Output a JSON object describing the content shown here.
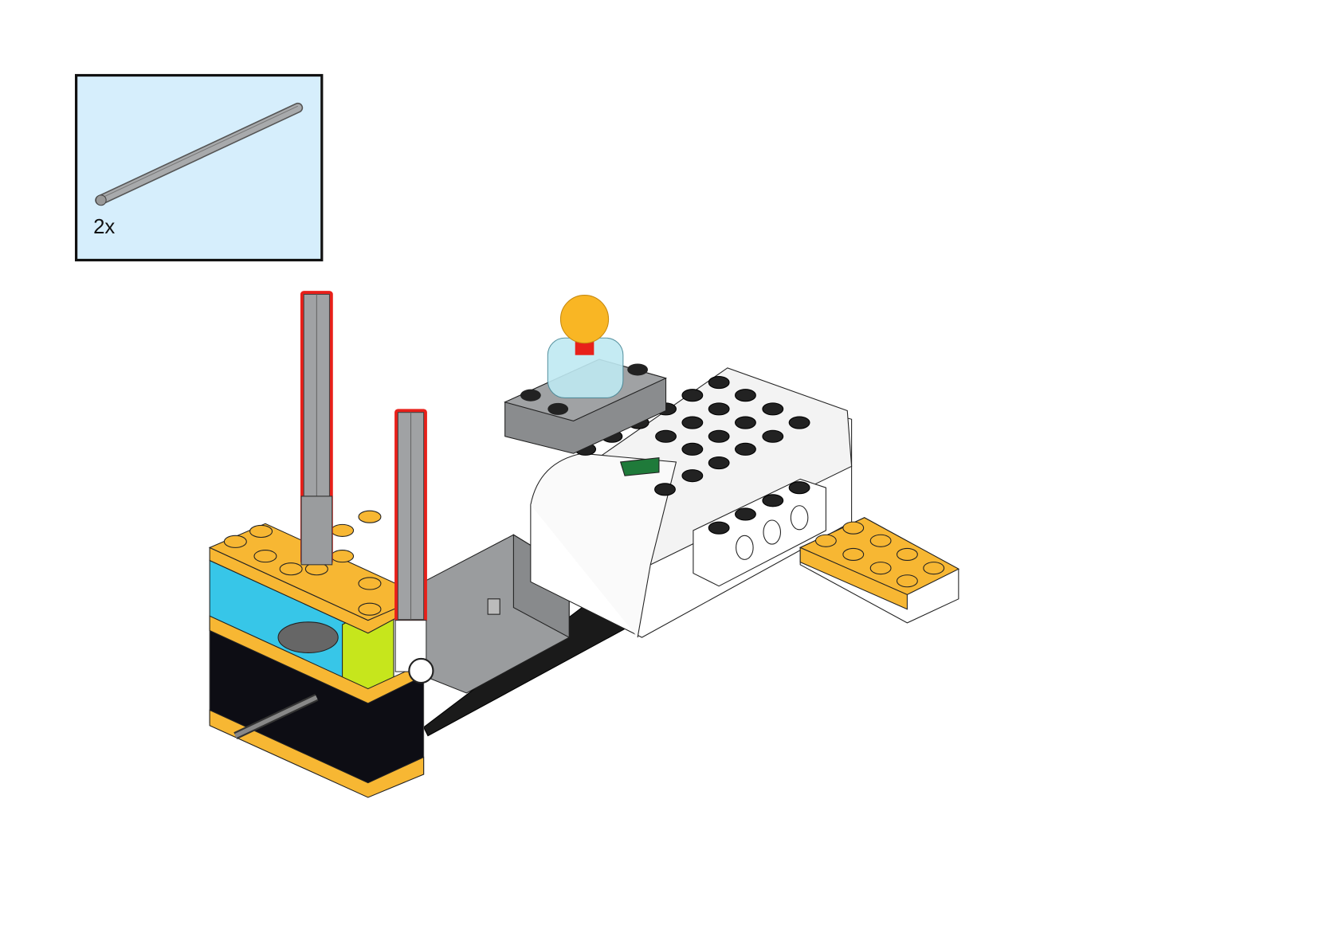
{
  "page": {
    "type": "building-instruction-step"
  },
  "parts_list": {
    "items": [
      {
        "part": "grey-axle",
        "quantity_label": "2x"
      }
    ],
    "background_color": "#d6eefc"
  },
  "colors": {
    "highlight": "#e8201a",
    "brick_yellow": "#f7b733",
    "axle_grey": "#9a9c9e",
    "lime": "#c6e61c",
    "cyan": "#37c6e8"
  }
}
